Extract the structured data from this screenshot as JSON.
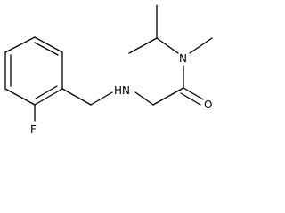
{
  "molecule": {
    "atoms": {
      "fluorine": "F",
      "amine_nitrogen": "HN",
      "amide_nitrogen": "N",
      "carbonyl_oxygen": "O"
    },
    "colors": {
      "bond": "#000000",
      "text": "#000000",
      "background": "#ffffff"
    }
  }
}
